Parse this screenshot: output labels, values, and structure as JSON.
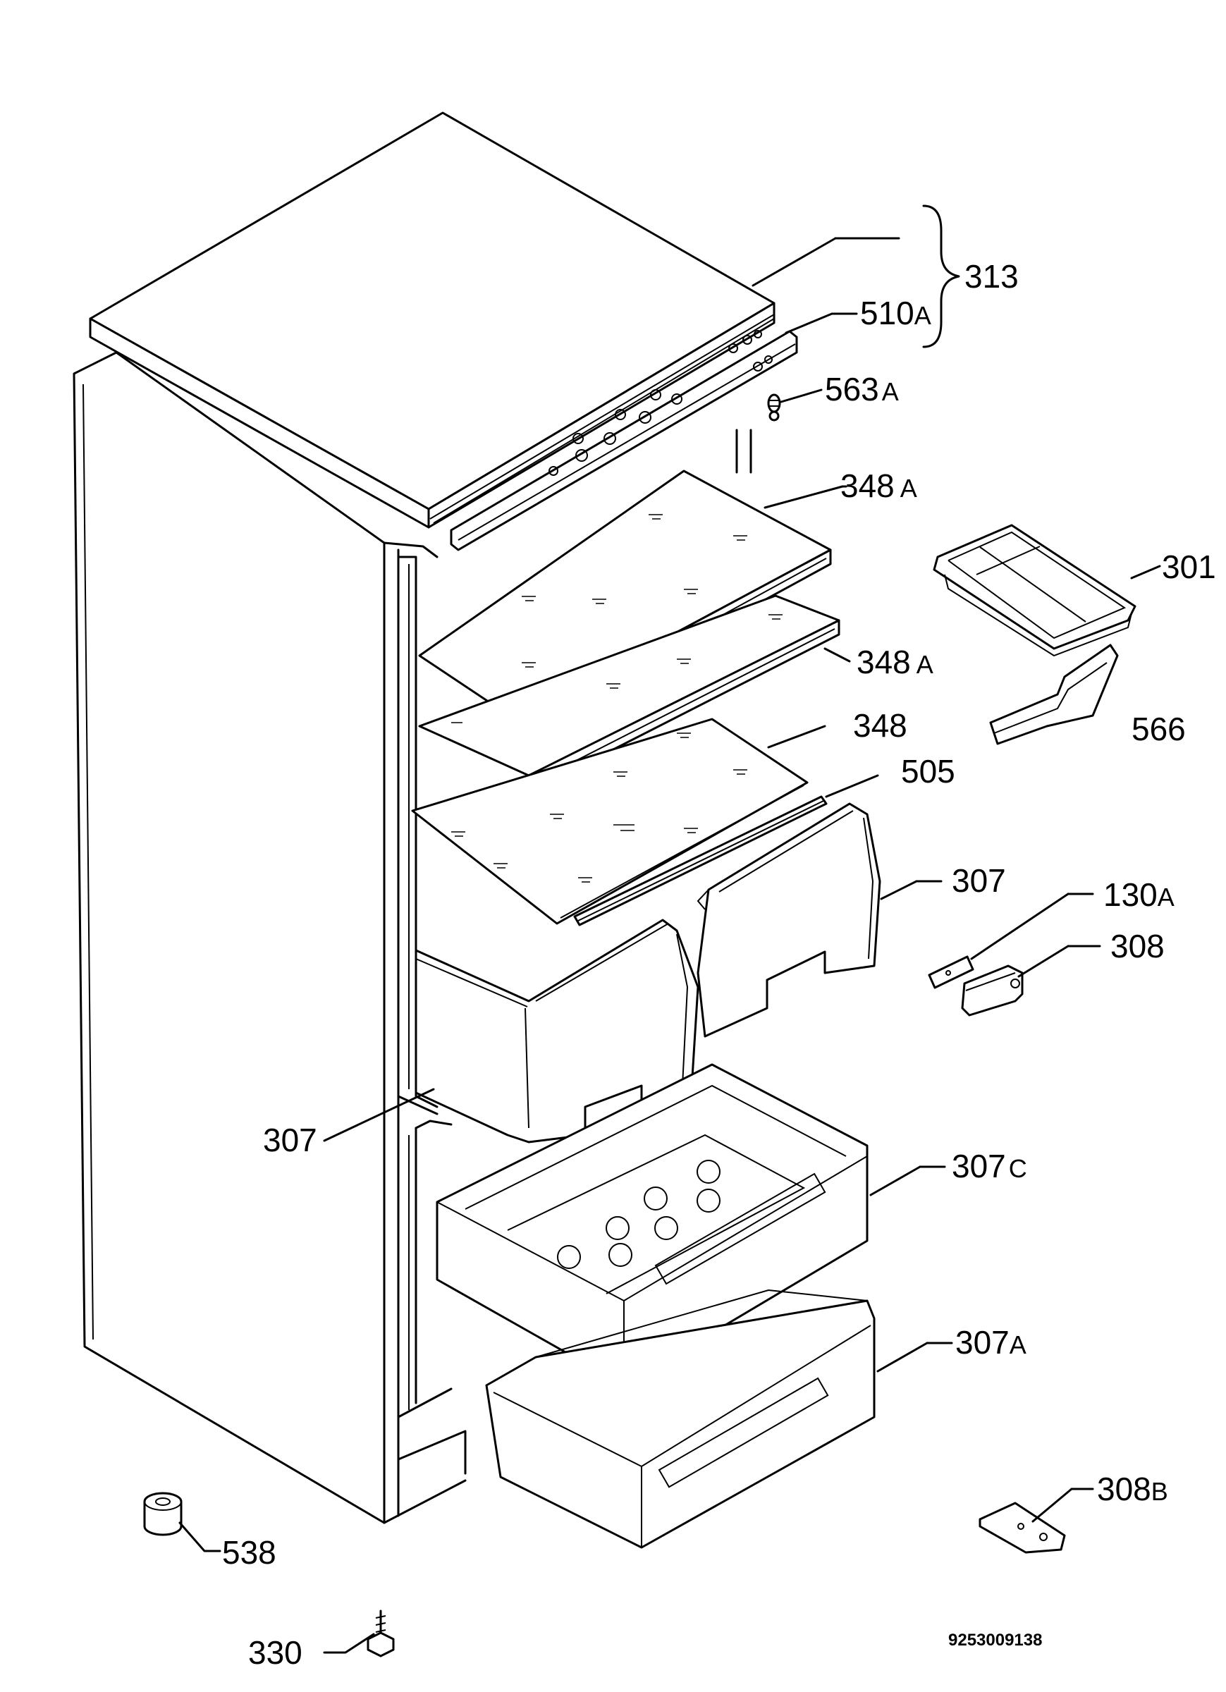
{
  "labels": [
    {
      "id": "313",
      "number": "313",
      "suffix": ""
    },
    {
      "id": "510a",
      "number": "510",
      "suffix": "A"
    },
    {
      "id": "563a",
      "number": "563",
      "suffix": "A"
    },
    {
      "id": "348a1",
      "number": "348",
      "suffix": "A"
    },
    {
      "id": "301",
      "number": "301",
      "suffix": ""
    },
    {
      "id": "348a2",
      "number": "348",
      "suffix": "A"
    },
    {
      "id": "566",
      "number": "566",
      "suffix": ""
    },
    {
      "id": "348",
      "number": "348",
      "suffix": ""
    },
    {
      "id": "505",
      "number": "505",
      "suffix": ""
    },
    {
      "id": "307r",
      "number": "307",
      "suffix": ""
    },
    {
      "id": "130a",
      "number": "130",
      "suffix": "A"
    },
    {
      "id": "308",
      "number": "308",
      "suffix": ""
    },
    {
      "id": "307l",
      "number": "307",
      "suffix": ""
    },
    {
      "id": "307c",
      "number": "307",
      "suffix": "C"
    },
    {
      "id": "307a",
      "number": "307",
      "suffix": "A"
    },
    {
      "id": "308b",
      "number": "308",
      "suffix": "B"
    },
    {
      "id": "538",
      "number": "538",
      "suffix": ""
    },
    {
      "id": "330",
      "number": "330",
      "suffix": ""
    }
  ],
  "drawing_code": "9253009138"
}
